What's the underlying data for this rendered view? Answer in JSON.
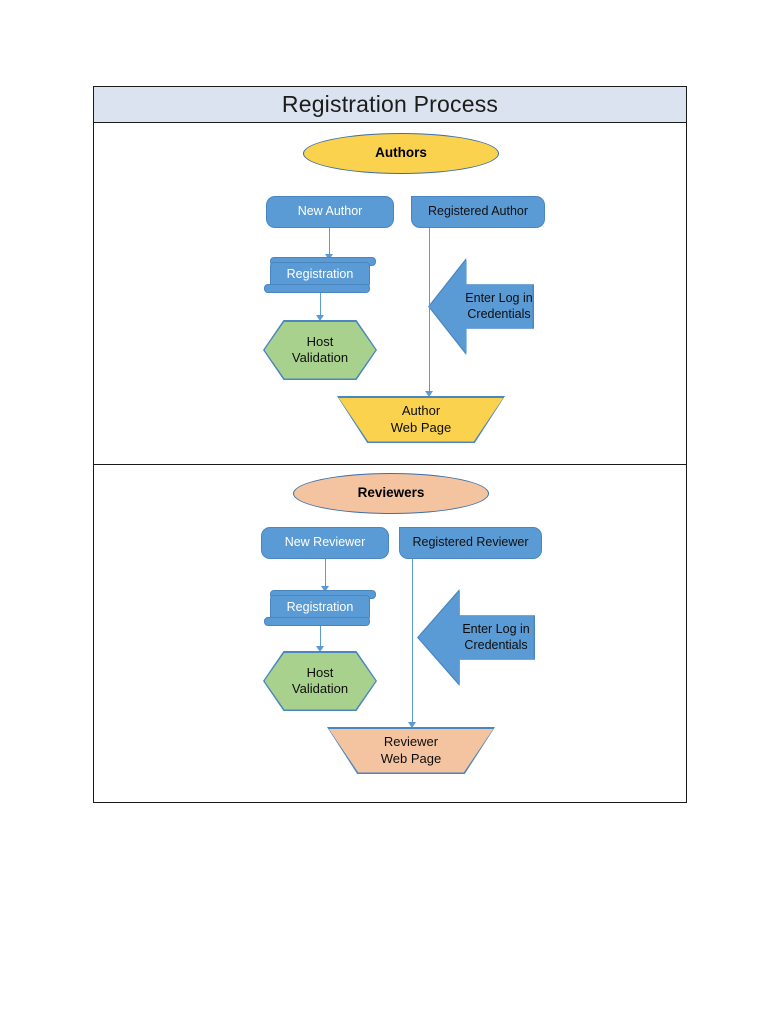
{
  "diagram": {
    "title": "Registration Process",
    "colors": {
      "header_bg": "#DCE3F0",
      "frame_border": "#1A1A1A",
      "blue_fill": "#5B9BD5",
      "blue_border": "#4A86BF",
      "yellow_fill": "#FAD24D",
      "green_fill": "#A9D18E",
      "peach_fill": "#F4C3A0",
      "connector": "#5B9BD5"
    },
    "sections": [
      {
        "id": "authors",
        "actor": "Authors",
        "nodes": {
          "new_user": "New Author",
          "registered_user": "Registered Author",
          "registration": "Registration",
          "validation": "Host\nValidation",
          "credentials": "Enter Log in\nCredentials",
          "web_page": "Author\nWeb Page"
        }
      },
      {
        "id": "reviewers",
        "actor": "Reviewers",
        "nodes": {
          "new_user": "New Reviewer",
          "registered_user": "Registered Reviewer",
          "registration": "Registration",
          "validation": "Host\nValidation",
          "credentials": "Enter Log in\nCredentials",
          "web_page": "Reviewer\nWeb Page"
        }
      }
    ]
  }
}
